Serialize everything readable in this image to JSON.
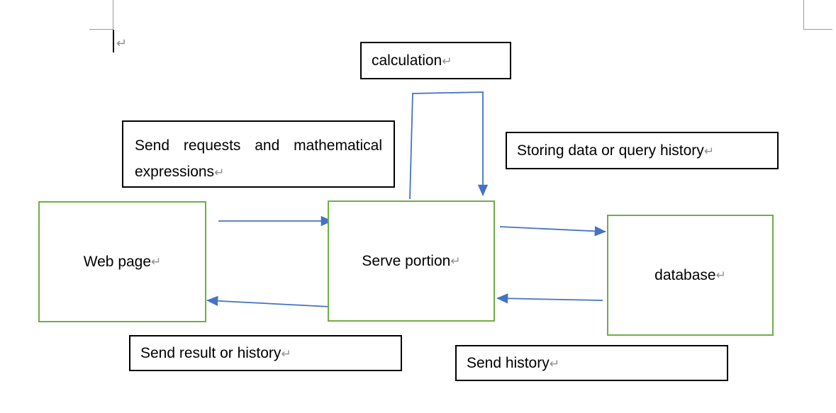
{
  "document": {
    "background_color": "#ffffff",
    "return_glyph": "↵"
  },
  "colors": {
    "node_border_green": "#70AD47",
    "connector_blue": "#4472C4",
    "label_border_black": "#000000",
    "margin_mark_gray": "#9a9a9a",
    "text_black": "#000000",
    "return_mark_gray": "#8f8f8f"
  },
  "margin_marks": {
    "top_left_name": "top-left-margin-mark",
    "top_right_name": "top-right-margin-mark"
  },
  "caret": {
    "name": "text-cursor"
  },
  "nodes": [
    {
      "id": "web-page",
      "label": "Web page",
      "return": "↵"
    },
    {
      "id": "serve-portion",
      "label": "Serve portion",
      "return": "↵"
    },
    {
      "id": "database",
      "label": "database",
      "return": "↵"
    }
  ],
  "labels": [
    {
      "id": "calculation",
      "text": "calculation",
      "return": "↵"
    },
    {
      "id": "send-requests",
      "line1": "Send requests and mathematical",
      "line2": "expressions",
      "return": "↵"
    },
    {
      "id": "storing-data",
      "text": "Storing data or query history",
      "return": "↵"
    },
    {
      "id": "send-result",
      "text": "Send result or history",
      "return": "↵"
    },
    {
      "id": "send-history",
      "text": "Send history",
      "return": "↵"
    }
  ],
  "connectors": [
    {
      "id": "web-to-serve",
      "from": "web-page",
      "to": "serve-portion",
      "direction": "right"
    },
    {
      "id": "serve-to-web",
      "from": "serve-portion",
      "to": "web-page",
      "direction": "left"
    },
    {
      "id": "serve-to-db",
      "from": "serve-portion",
      "to": "database",
      "direction": "right"
    },
    {
      "id": "db-to-serve",
      "from": "database",
      "to": "serve-portion",
      "direction": "left"
    },
    {
      "id": "serve-self-loop",
      "from": "serve-portion",
      "to": "serve-portion",
      "direction": "down"
    }
  ]
}
